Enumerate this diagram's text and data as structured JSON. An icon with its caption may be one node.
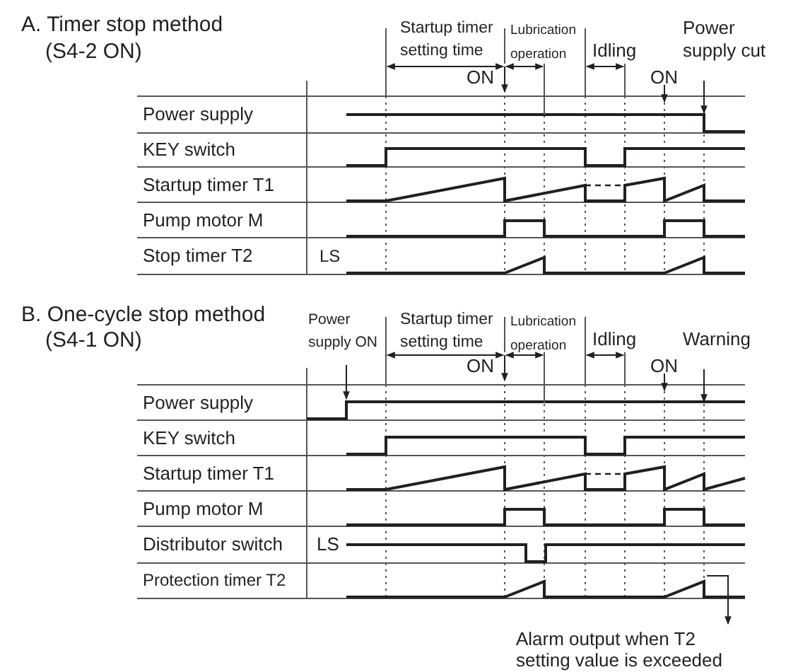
{
  "diagram": {
    "labels": [
      "A. Timer stop method",
      "(S4-2 ON)",
      "Startup timer setting time",
      "Lubrication operation",
      "Idling",
      "Power supply cut",
      "ON",
      "ON",
      "Power supply",
      "KEY switch",
      "Startup timer T1",
      "Pump motor M",
      "Stop timer T2",
      "LS",
      "B. One-cycle stop method",
      "(S4-1 ON)",
      "Power supply ON",
      "Startup timer setting time",
      "Lubrication operation",
      "Idling",
      "Warning",
      "ON",
      "ON",
      "Power supply",
      "KEY switch",
      "Startup timer T1",
      "Pump motor M",
      "Distributor switch",
      "LS",
      "Protection timer T2",
      "Alarm output when T2 setting value is exceeded"
    ]
  }
}
